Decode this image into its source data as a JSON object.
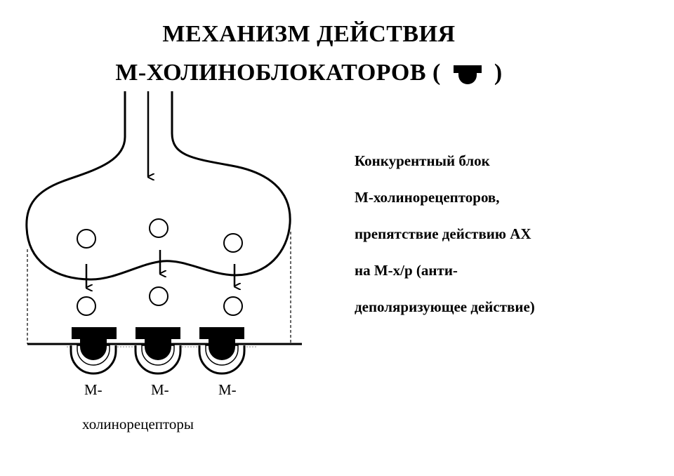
{
  "title": {
    "line1": "МЕХАНИЗМ ДЕЙСТВИЯ",
    "line2_prefix": "М-ХОЛИНОБЛОКАТОРОВ (",
    "line2_suffix": ")"
  },
  "description": [
    "Конкурентный блок",
    "М-холинорецепторов,",
    "препятствие действию АХ",
    "на М-х/р (анти-",
    "деполяризующее действие)"
  ],
  "receptor_labels": {
    "m1": "М-",
    "m2": "М-",
    "m3": "М-",
    "caption": "холинорецепторы"
  },
  "colors": {
    "ink": "#000000",
    "background": "#ffffff",
    "membrane_gap": "#888888"
  }
}
